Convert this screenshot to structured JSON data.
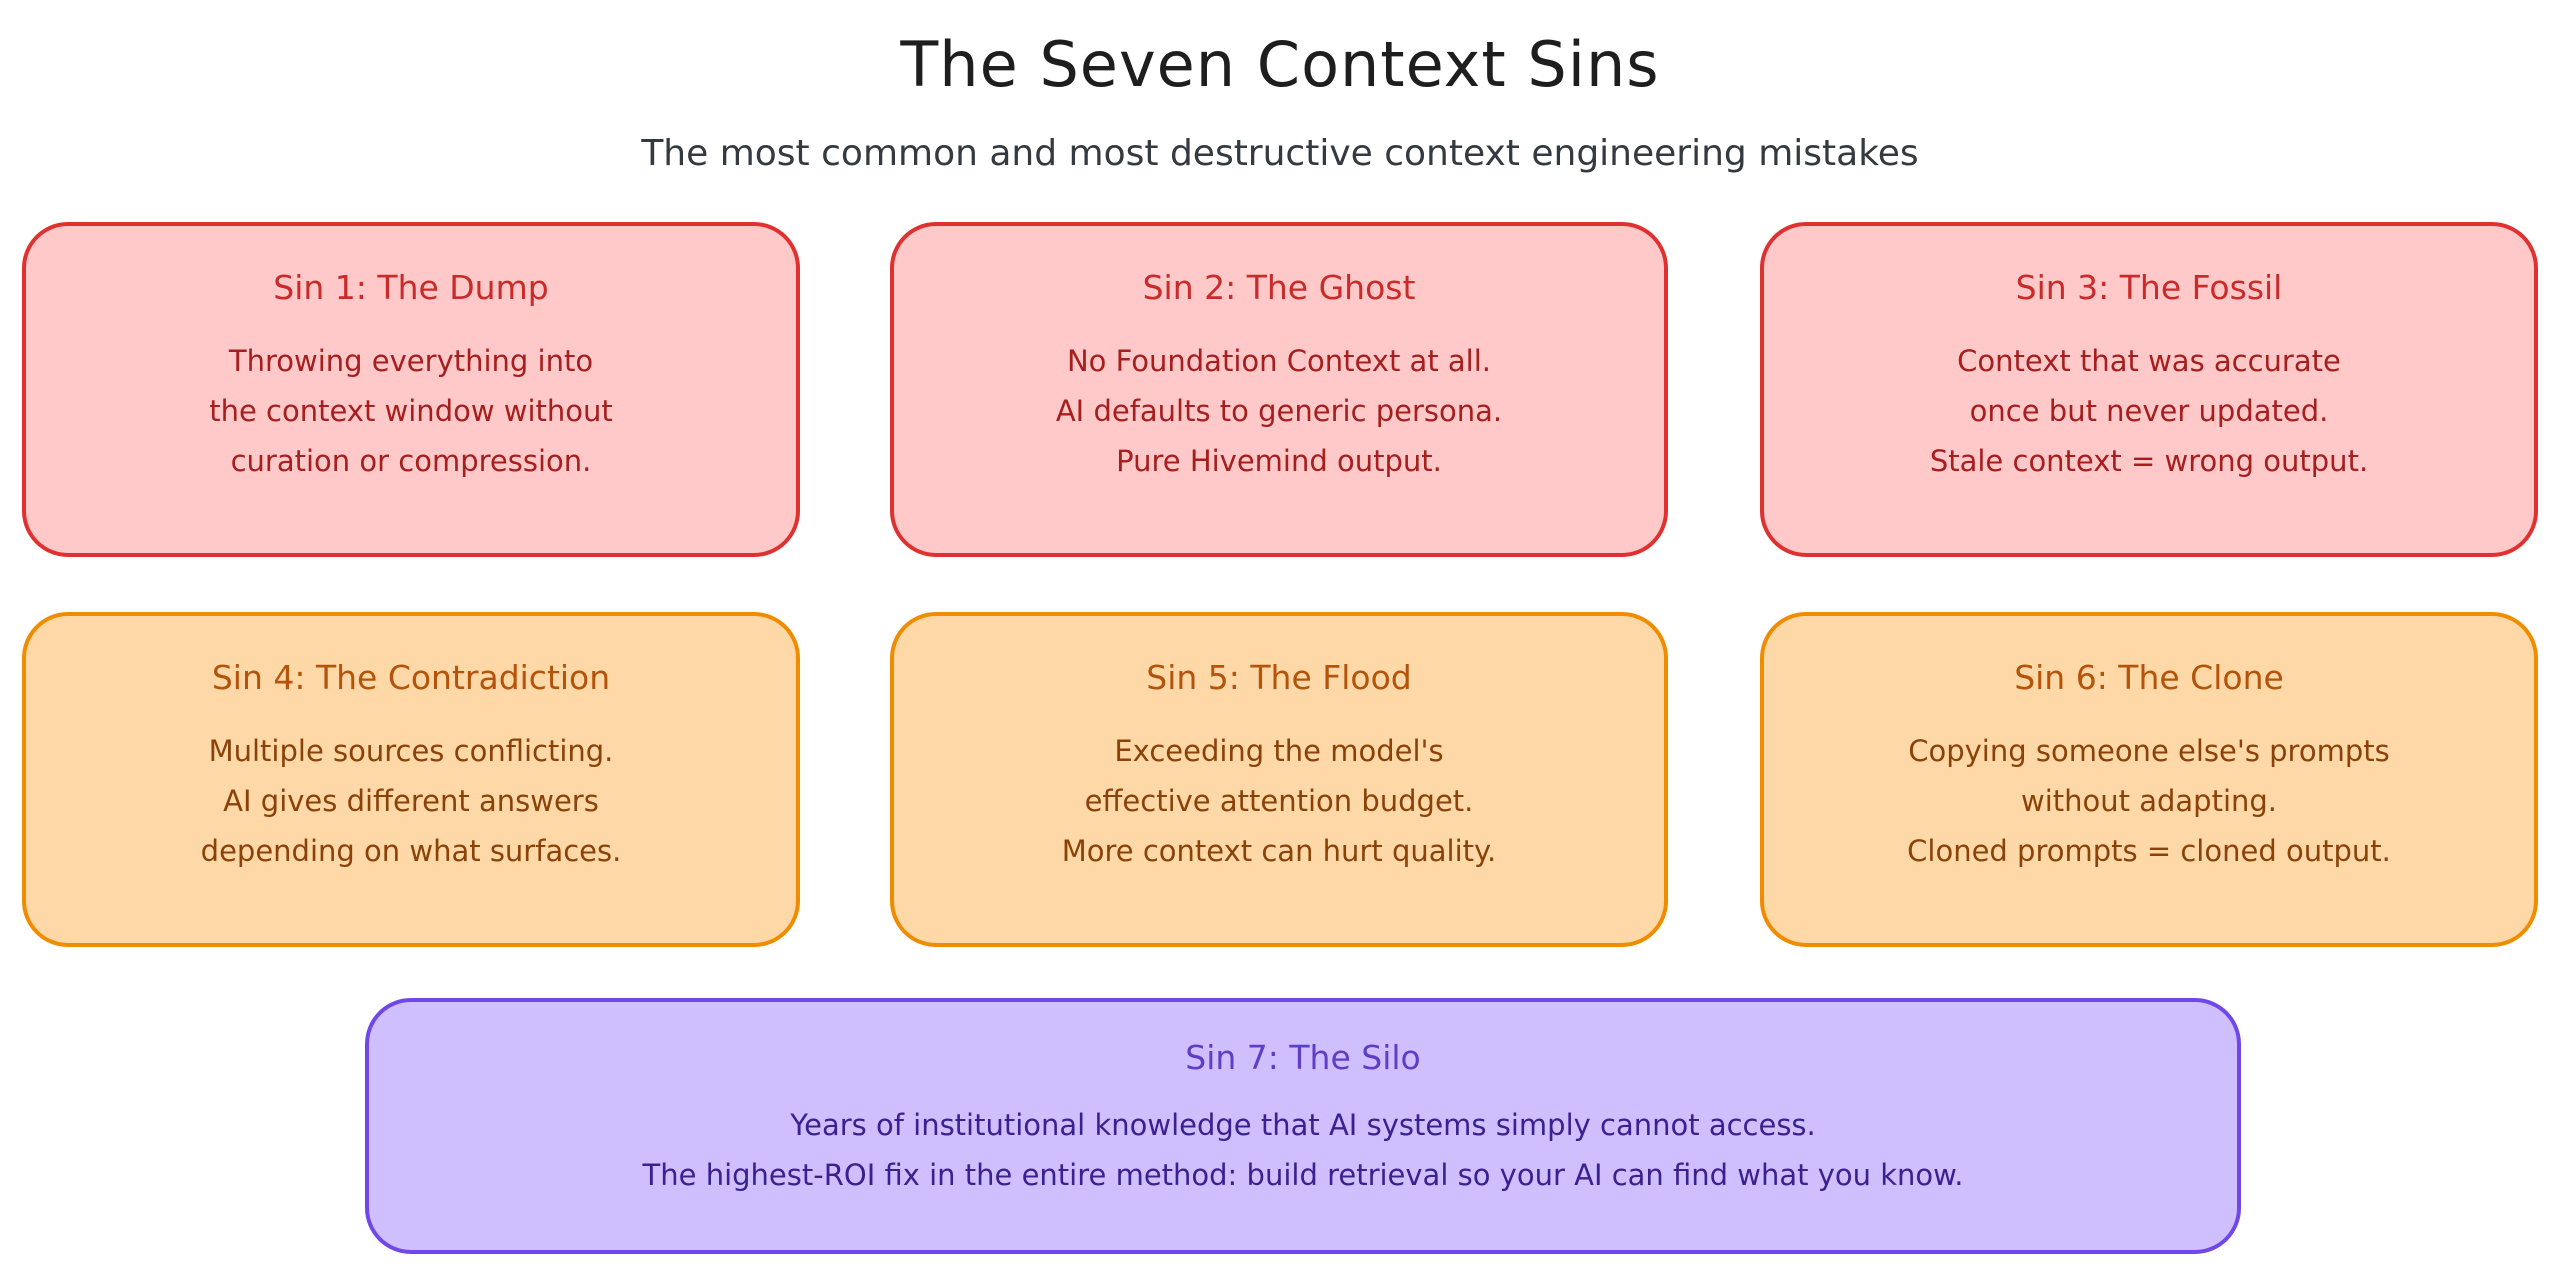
{
  "title": "The Seven Context Sins",
  "subtitle": "The most common and most destructive context engineering mistakes",
  "colors": {
    "red_fill": "#ffc9c9",
    "red_stroke": "#e03131",
    "orange_fill": "#ffd8a8",
    "orange_stroke": "#f08c00",
    "purple_fill": "#d0bfff",
    "purple_stroke": "#7048e8"
  },
  "sins": [
    {
      "title": "Sin 1: The Dump",
      "lines": [
        "Throwing everything into",
        "the context window without",
        "curation or compression."
      ]
    },
    {
      "title": "Sin 2: The Ghost",
      "lines": [
        "No Foundation Context at all.",
        "AI defaults to generic persona.",
        "Pure Hivemind output."
      ]
    },
    {
      "title": "Sin 3: The Fossil",
      "lines": [
        "Context that was accurate",
        "once but never updated.",
        "Stale context = wrong output."
      ]
    },
    {
      "title": "Sin 4: The Contradiction",
      "lines": [
        "Multiple sources conflicting.",
        "AI gives different answers",
        "depending on what surfaces."
      ]
    },
    {
      "title": "Sin 5: The Flood",
      "lines": [
        "Exceeding the model's",
        "effective attention budget.",
        "More context can hurt quality."
      ]
    },
    {
      "title": "Sin 6: The Clone",
      "lines": [
        "Copying someone else's prompts",
        "without adapting.",
        "Cloned prompts = cloned output."
      ]
    },
    {
      "title": "Sin 7: The Silo",
      "lines": [
        "Years of institutional knowledge that AI systems simply cannot access.",
        "The highest-ROI fix in the entire method: build retrieval so your AI can find what you know."
      ]
    }
  ]
}
